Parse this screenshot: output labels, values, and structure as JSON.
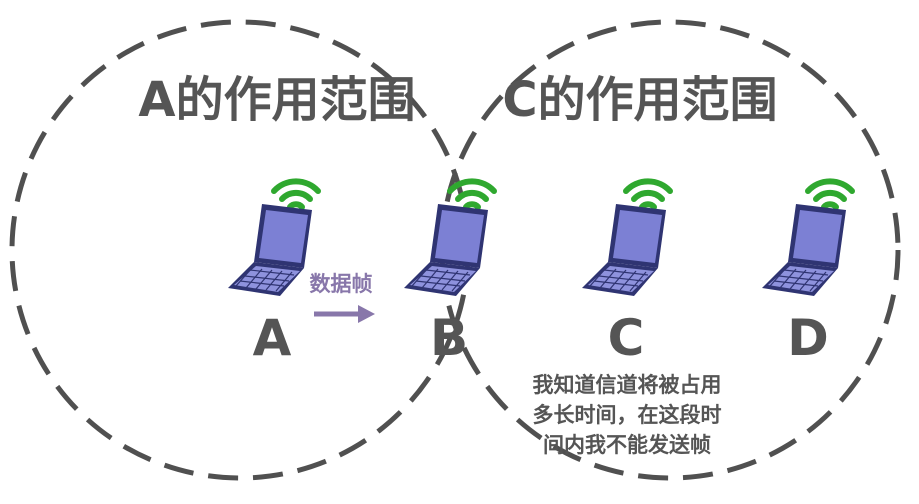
{
  "ranges": {
    "a_title": "A的作用范围",
    "c_title": "C的作用范围"
  },
  "nodes": [
    {
      "label": "A"
    },
    {
      "label": "B"
    },
    {
      "label": "C"
    },
    {
      "label": "D"
    }
  ],
  "transmission": {
    "label": "数据帧"
  },
  "note": {
    "lines": [
      "我知道信道将被占用",
      "多长时间，在这段时",
      "间内我不能发送帧"
    ]
  },
  "colors": {
    "circle_dash": "#505050",
    "text": "#555555",
    "frame": "#8877aa",
    "wifi": "#2fa82f",
    "laptop_screen": "#7c80d4",
    "laptop_body": "#2f3472"
  }
}
